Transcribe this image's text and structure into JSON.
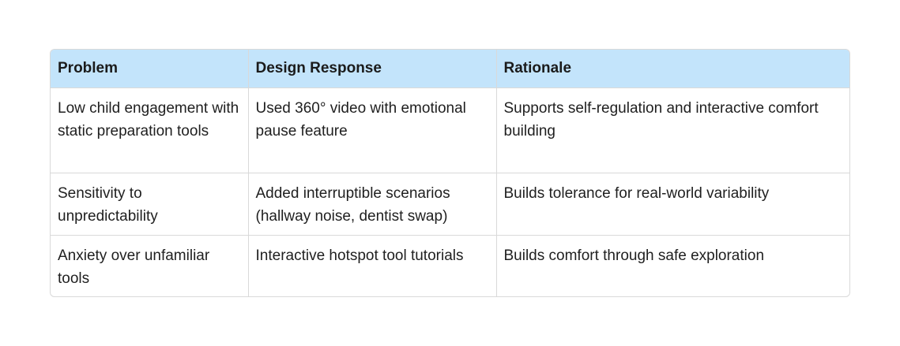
{
  "table": {
    "headers": [
      "Problem",
      "Design Response",
      "Rationale"
    ],
    "rows": [
      {
        "problem": "Low child engagement with static preparation tools",
        "response": "Used 360° video with emotional pause feature",
        "rationale": "Supports self-regulation and interactive comfort building"
      },
      {
        "problem": "Sensitivity to unpredictability",
        "response": "Added interruptible scenarios (hallway noise, dentist swap)",
        "rationale": "Builds tolerance for real-world variability"
      },
      {
        "problem": "Anxiety over unfamiliar tools",
        "response": "Interactive hotspot tool tutorials",
        "rationale": "Builds comfort through safe exploration"
      }
    ]
  },
  "colors": {
    "header_bg": "#c3e4fb",
    "border": "#d9d9d9",
    "text": "#1f1f1f"
  }
}
